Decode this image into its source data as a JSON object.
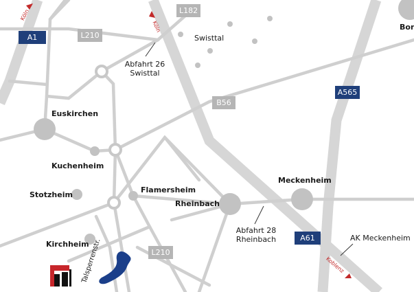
{
  "colors": {
    "motorway": "#d6d6d6",
    "road": "#cfcfcf",
    "town": "#c2c2c2",
    "motorway_shield": "#1f3f7a",
    "road_shield": "#b5b5b5",
    "lake": "#1b3f8a",
    "marker": "#c22a2a",
    "logo_red": "#c7262b",
    "logo_black": "#111111"
  },
  "shields": {
    "a1": "A1",
    "a61": "A61",
    "a565": "A565",
    "l182": "L182",
    "l210_top": "L210",
    "l210_bottom": "L210",
    "b56": "B56"
  },
  "places": {
    "euskirchen": "Euskirchen",
    "kuchenheim": "Kuchenheim",
    "stotzheim": "Stotzheim",
    "flamersheim": "Flamersheim",
    "rheinbach": "Rheinbach",
    "meckenheim": "Meckenheim",
    "kirchheim": "Kirchheim",
    "swisttal": "Swisttal",
    "bonn_partial": "Bon"
  },
  "exits": {
    "abfahrt26_line1": "Abfahrt 26",
    "abfahrt26_line2": "Swisttal",
    "abfahrt28_line1": "Abfahrt 28",
    "abfahrt28_line2": "Rheinbach",
    "ak_meckenheim": "AK Meckenheim"
  },
  "directions": {
    "koeln_a1": "Köln",
    "koeln_a61": "Köln",
    "koblenz": "Koblenz"
  },
  "streets": {
    "talsperrenstr": "Talsperrenstr."
  }
}
